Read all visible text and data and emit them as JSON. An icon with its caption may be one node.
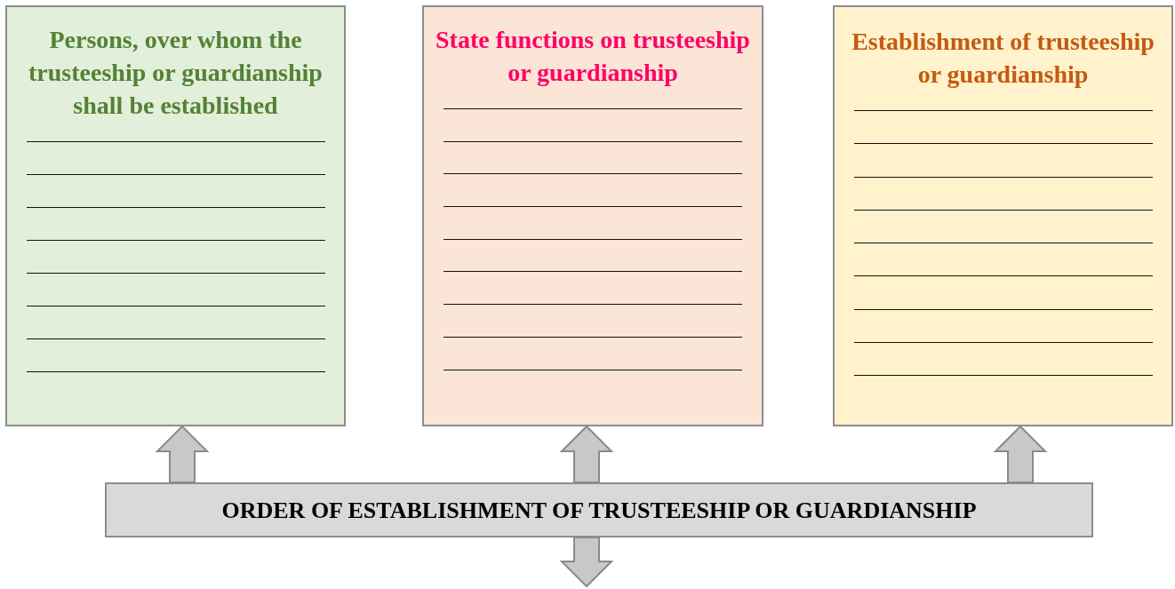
{
  "diagram": {
    "nodes": [
      {
        "text": [
          "Persons, over whom the trusteeship or guardianship shall be established"
        ]
      },
      {
        "text": [
          "State functions on trusteeship or guardianship"
        ]
      },
      {
        "text": [
          "Establishment of trusteeship or guardianship"
        ]
      },
      {
        "text": [
          "ORDER OF ESTABLISHMENT OF TRUSTEESHIP OR GUARDIANSHIP"
        ]
      }
    ],
    "edges": [
      {
        "from": 3,
        "to": 0,
        "arrow": "to"
      },
      {
        "from": 3,
        "to": 1,
        "arrow": "to"
      },
      {
        "from": 3,
        "to": 2,
        "arrow": "to"
      },
      {
        "from": 3,
        "to": null,
        "arrow": "to"
      }
    ]
  }
}
